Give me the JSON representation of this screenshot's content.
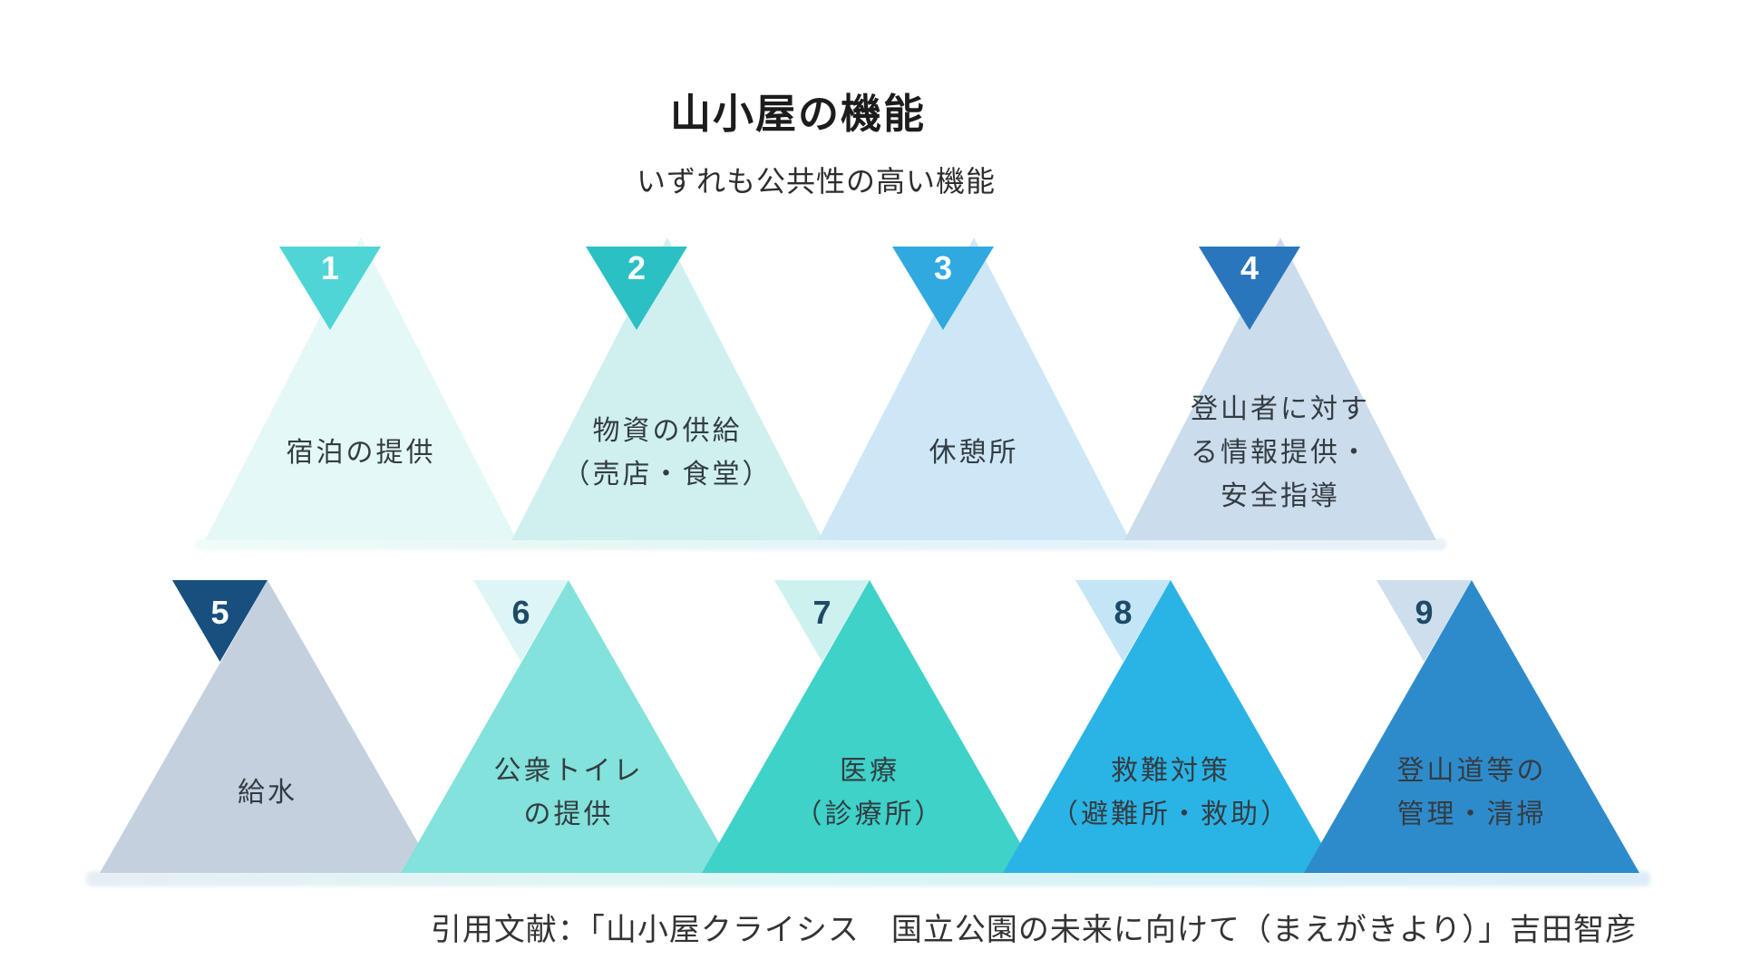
{
  "title": "山小屋の機能",
  "subtitle": "いずれも公共性の高い機能",
  "footer": "引用文献：「山小屋クライシス　国立公園の未来に向けて（まえがきより）」吉田智彦",
  "colors": {
    "background": "#ffffff",
    "title_text": "#1c1c1c",
    "label_text": "#343c42",
    "dark_number": "#1d4a68"
  },
  "items": [
    {
      "num": "1",
      "row": 1,
      "col": 0,
      "label_lines": [
        "宿泊の提供"
      ],
      "body_color": "#e4f8f7",
      "badge_color": "#4fd5d6",
      "number_color": "#ffffff"
    },
    {
      "num": "2",
      "row": 1,
      "col": 1,
      "label_lines": [
        "物資の供給",
        "（売店・食堂）"
      ],
      "body_color": "#cff0ee",
      "badge_color": "#2bc0c4",
      "number_color": "#ffffff"
    },
    {
      "num": "3",
      "row": 1,
      "col": 2,
      "label_lines": [
        "休憩所"
      ],
      "body_color": "#cde7f7",
      "badge_color": "#2fa9e0",
      "number_color": "#ffffff"
    },
    {
      "num": "4",
      "row": 1,
      "col": 3,
      "label_lines": [
        "登山者に対す",
        "る情報提供・",
        "安全指導"
      ],
      "body_color": "#cbdcec",
      "badge_color": "#2a76bd",
      "number_color": "#ffffff"
    },
    {
      "num": "5",
      "row": 2,
      "col": 0,
      "label_lines": [
        "給水"
      ],
      "body_color": "#c5d0df",
      "badge_color": "#174f7f",
      "number_color": "#ffffff"
    },
    {
      "num": "6",
      "row": 2,
      "col": 1,
      "label_lines": [
        "公衆トイレ",
        "の提供"
      ],
      "body_color": "#83e2db",
      "badge_color": "#ddf6f5",
      "number_color": "#1d4a68"
    },
    {
      "num": "7",
      "row": 2,
      "col": 2,
      "label_lines": [
        "医療",
        "（診療所）"
      ],
      "body_color": "#3ed2c8",
      "badge_color": "#cdf1ee",
      "number_color": "#1d4a68"
    },
    {
      "num": "8",
      "row": 2,
      "col": 3,
      "label_lines": [
        "救難対策",
        "（避難所・救助）"
      ],
      "body_color": "#2ab4e6",
      "badge_color": "#c4e5f5",
      "number_color": "#1d4a68"
    },
    {
      "num": "9",
      "row": 2,
      "col": 4,
      "label_lines": [
        "登山道等の",
        "管理・清掃"
      ],
      "body_color": "#2e8bcb",
      "badge_color": "#cfdeed",
      "number_color": "#1d4a68"
    }
  ]
}
